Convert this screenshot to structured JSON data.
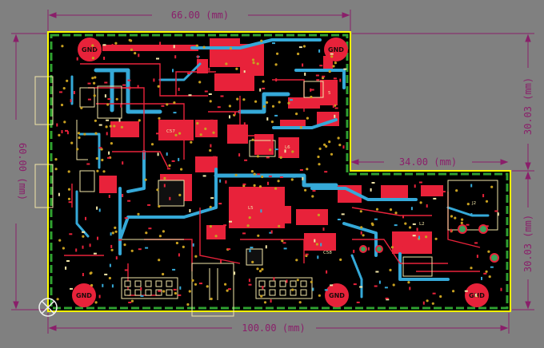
{
  "dimensions": {
    "top": "66.00 (mm)",
    "bottom": "100.00 (mm)",
    "left": "60.00 (mm)",
    "right_upper": "30.03 (mm)",
    "right_lower": "30.03 (mm)",
    "notch": "34.00 (mm)"
  },
  "mounting_holes": [
    "GND",
    "GND",
    "GND",
    "GND",
    "GND"
  ],
  "designators": [
    "C57",
    "L6",
    "L5",
    "C58",
    "J2",
    "L2",
    "5"
  ],
  "colors": {
    "background": "#808080",
    "board": "#000000",
    "outline": "#ffff00",
    "ground_ring": "#2fa12f",
    "top_copper": "#e8223a",
    "bottom_copper": "#35a9d8",
    "silkscreen": "#f2e6a8",
    "dimension": "#8a1f6a",
    "via": "#c8a020"
  }
}
